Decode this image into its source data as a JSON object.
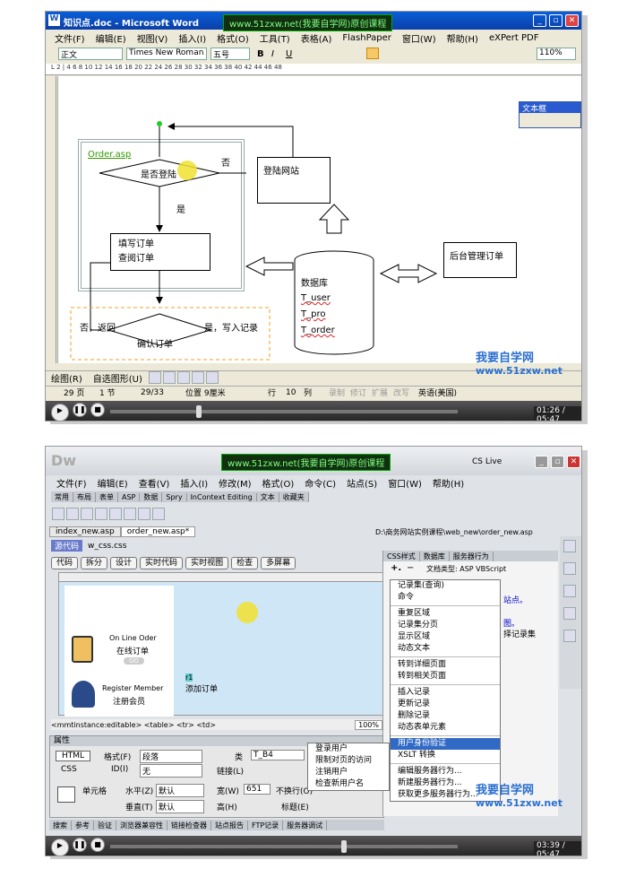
{
  "top": {
    "window_title": "知识点.doc - Microsoft Word",
    "watermark": "www.51zxw.net(我要自学网)原创课程",
    "menu": [
      "文件(F)",
      "编辑(E)",
      "视图(V)",
      "插入(I)",
      "格式(O)",
      "工具(T)",
      "表格(A)",
      "FlashPaper",
      "窗口(W)",
      "帮助(H)",
      "eXPert PDF"
    ],
    "style_select": "正文",
    "font_select": "Times New Roman",
    "size_select": "五号",
    "zoom": "110%",
    "textbox_toolbar": "文本框",
    "ruler_text": "L 2 | 4 6 8 10 12 14 16 18 20 22 24 26 28 30 32 34 36 38 40 42 44 46 48",
    "flow": {
      "order_label": "Order.asp",
      "login_check": "是否登陆",
      "no": "否",
      "yes": "是",
      "login_site": "登陆网站",
      "fill": "填写订单",
      "view": "查阅订单",
      "db_title": "数据库",
      "db_items": [
        "T_user",
        "T_pro",
        "T_order"
      ],
      "admin": "后台管理订单",
      "return": "否，返回",
      "confirm_yes": "是，写入记录",
      "confirm": "确认订单"
    },
    "draw_bar": "绘图(R)",
    "autoshape": "自选图形(U)",
    "status": {
      "page": "29 页",
      "section": "1 节",
      "pages": "29/33",
      "pos": "位置 9厘米",
      "line": "行",
      "line_no": "10",
      "col": "列",
      "rec": "录制",
      "rev": "修订",
      "ext": "扩展",
      "ovr": "改写",
      "lang": "英语(美国)"
    },
    "logo_text": "我要自学网",
    "logo_url": "www.51zxw.net",
    "time": "01:26 / 05:47"
  },
  "bottom": {
    "app": "Dw",
    "watermark": "www.51zxw.net(我要自学网)原创课程",
    "cslive": "CS Live",
    "menu": [
      "文件(F)",
      "编辑(E)",
      "查看(V)",
      "插入(I)",
      "修改(M)",
      "格式(O)",
      "命令(C)",
      "站点(S)",
      "窗口(W)",
      "帮助(H)"
    ],
    "tabs": [
      "常用",
      "布局",
      "表单",
      "ASP",
      "数据",
      "Spry",
      "InContext Editing",
      "文本",
      "收藏夹"
    ],
    "doc_tabs": [
      "index_new.asp",
      "order_new.asp*"
    ],
    "path": "D:\\商务网站实例课程\\web_new\\order_new.asp",
    "source": "源代码",
    "css": "w_css.css",
    "views": [
      "代码",
      "拆分",
      "设计",
      "实时代码",
      "实时视图",
      "检查",
      "多屏幕"
    ],
    "panel_tabs": [
      "CSS样式",
      "数据库",
      "服务器行为"
    ],
    "doc_type": "文档类型: ASP VBScript",
    "menu_items": [
      "记录集(查询)",
      "命令",
      "重复区域",
      "记录集分页",
      "显示区域",
      "动态文本",
      "转到详细页面",
      "转到相关页面",
      "插入记录",
      "更新记录",
      "删除记录",
      "动态表单元素",
      "用户身份验证",
      "XSLT 转换",
      "编辑服务器行为...",
      "新建服务器行为...",
      "获取更多服务器行为..."
    ],
    "sub_items": [
      "登录用户",
      "限制对页的访问",
      "注销用户",
      "检查新用户名"
    ],
    "page_texts": {
      "online": "On Line Oder",
      "online_cn": "在线订单",
      "register": "Register Member",
      "register_cn": "注册会员",
      "go": "GO",
      "add": "添加订单",
      "r1": "r1"
    },
    "tagbar": "<mmtinstance:editable> <table> <tr> <td>",
    "zoom": "100%",
    "props": {
      "title": "属性",
      "html": "HTML",
      "css": "CSS",
      "format_label": "格式(F)",
      "format": "段落",
      "id_label": "ID(I)",
      "id": "无",
      "class_label": "类",
      "class": "T_B4",
      "link_label": "链接(L)",
      "cell": "单元格",
      "horz_label": "水平(Z)",
      "horz": "默认",
      "vert_label": "垂直(T)",
      "vert": "默认",
      "width_label": "宽(W)",
      "width": "651",
      "height_label": "高(H)",
      "nowrap": "不换行(O)",
      "header": "标题(E)"
    },
    "bottom_tabs": [
      "搜索",
      "参考",
      "验证",
      "浏览器兼容性",
      "链接检查器",
      "站点报告",
      "FTP记录",
      "服务器调试"
    ],
    "right_text": [
      "站点。",
      "图。",
      "择记录集"
    ],
    "logo_text": "我要自学网",
    "logo_url": "www.51zxw.net",
    "time": "03:39 / 05:47"
  }
}
